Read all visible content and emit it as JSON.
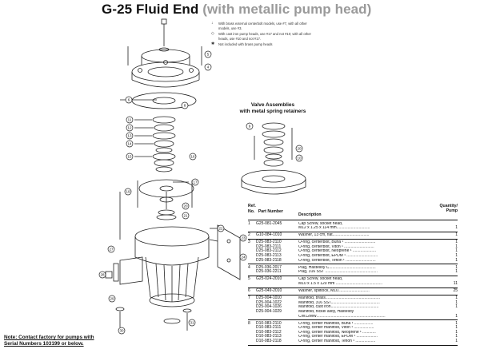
{
  "title": {
    "main": "G-25 Fluid End",
    "sub": "(with metallic pump head)"
  },
  "notes": [
    {
      "symbol": "↓",
      "text": "With brass external centerbolt models, use #7, with all other models, use #3."
    },
    {
      "symbol": "◇",
      "text": "With cast iron pump heads, use #17 and not #10; with all other heads, use #10 and not #17."
    },
    {
      "symbol": "✱",
      "text": "Not included with brass pump heads"
    }
  ],
  "valve_title": [
    "Valve Assemblies",
    "with metal spring retainers"
  ],
  "callouts": [
    "23",
    "24",
    "25",
    "26",
    "27",
    "28",
    "29",
    "30",
    "31",
    "32",
    "33",
    "7",
    "8",
    "9",
    "10",
    "11",
    "12",
    "13",
    "14",
    "15",
    "16",
    "17",
    "18",
    "19",
    "20",
    "21",
    "22",
    "1",
    "2",
    "3",
    "4",
    "5",
    "6"
  ],
  "valve_callouts": [
    "20",
    "9",
    "8",
    "10",
    "11",
    "12",
    "13",
    "14",
    "15"
  ],
  "table": {
    "headers": {
      "ref": "Ref.",
      "no": "No.",
      "part_number": "Part Number",
      "description": "Description",
      "quantity": "Quantity/",
      "per_pump": "Pump"
    },
    "rows": [
      {
        "ref": "1",
        "lines": [
          {
            "pn": "G25-081-2045",
            "desc": "Cap Screw, socket head,",
            "qty": ""
          },
          {
            "pn": "",
            "desc": "M12 x 1.25 x 114 mm..............................",
            "qty": "1"
          }
        ]
      },
      {
        "ref": "2",
        "lines": [
          {
            "pn": "G10-084-1010",
            "desc": "Washer, 13 cm, flat.................................",
            "qty": "1"
          }
        ]
      },
      {
        "ref": "3",
        "lines": [
          {
            "pn": "D25-083-2110",
            "desc": "O-ring, centerbolt, Buna ¹ ............................",
            "qty": "1"
          },
          {
            "pn": "D25-083-2111",
            "desc": "O-ring, centerbolt, Viton ¹ ...........................",
            "qty": "1"
          },
          {
            "pn": "D25-083-2112",
            "desc": "O-ring, centerbolt, Neoprene ¹ .....................",
            "qty": "1"
          },
          {
            "pn": "D25-083-2113",
            "desc": "O-ring, centerbolt, EPDM ¹ ............................",
            "qty": "1"
          },
          {
            "pn": "D25-083-2118",
            "desc": "O-ring, centerbolt, Teflon ¹ ...........................",
            "qty": "1"
          }
        ]
      },
      {
        "ref": "4",
        "lines": [
          {
            "pn": "D25-036-2017",
            "desc": "Plug, Hastelloy C..........................................",
            "qty": "1"
          },
          {
            "pn": "D25-036-2211",
            "desc": "Plug, 316 SST ...............................................",
            "qty": "1"
          }
        ]
      },
      {
        "ref": "5",
        "lines": [
          {
            "pn": "G25-024-2010",
            "desc": "Cap Screw, socket head,",
            "qty": ""
          },
          {
            "pn": "",
            "desc": "M10 x 1.5 x 120 mm ..........................................",
            "qty": "11"
          }
        ]
      },
      {
        "ref": "6",
        "lines": [
          {
            "pn": "G25-049-2010",
            "desc": "Washer, splitlock, M10............................",
            "qty": "25"
          }
        ]
      },
      {
        "ref": "7",
        "lines": [
          {
            "pn": "D25-004-1010",
            "desc": "Manifold, brass.................................................",
            "qty": "1"
          },
          {
            "pn": "D25-004-1022",
            "desc": "Manifold, 316 SST............................................",
            "qty": "1"
          },
          {
            "pn": "D25-004-1026",
            "desc": "Manifold, cast iron...........................................",
            "qty": "1"
          },
          {
            "pn": "D25-004-1029",
            "desc": "Manifold, nickel alloy, Hastelloy",
            "qty": ""
          },
          {
            "pn": "",
            "desc": "CW12MW..............................................................",
            "qty": "1"
          }
        ]
      },
      {
        "ref": "8",
        "lines": [
          {
            "pn": "D10-083-2110",
            "desc": "O-ring, center manifold, Buna ¹ .................",
            "qty": "1"
          },
          {
            "pn": "D10-083-2111",
            "desc": "O-ring, center manifold, Viton ¹ ..................",
            "qty": "1"
          },
          {
            "pn": "D10-083-2112",
            "desc": "O-ring, center manifold, Neoprene ¹ ............",
            "qty": "1"
          },
          {
            "pn": "D10-083-2113",
            "desc": "O-ring, center manifold, EPDM ¹ ...................",
            "qty": "1"
          },
          {
            "pn": "D10-083-2118",
            "desc": "O-ring, center manifold, Teflon ¹ ..................",
            "qty": "1"
          }
        ]
      }
    ]
  },
  "footnote": [
    "Note: Contact factory for pumps with",
    "Serial Numbers 103199 or below."
  ],
  "colors": {
    "title": "#111111",
    "subtitle": "#9a9a9a",
    "line": "#222222"
  }
}
